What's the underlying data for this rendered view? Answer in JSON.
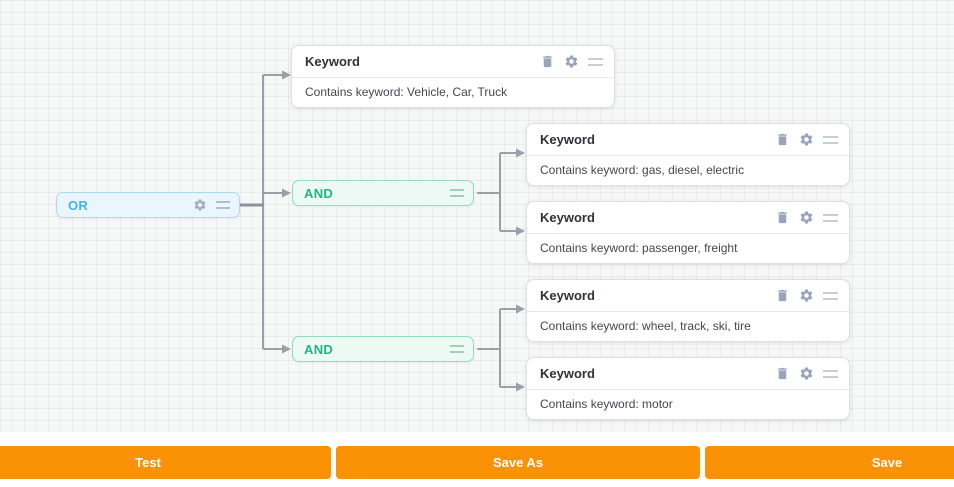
{
  "canvas": {
    "root": {
      "label": "OR"
    },
    "groups": [
      {
        "label": "AND"
      },
      {
        "label": "AND"
      }
    ],
    "cards": [
      {
        "title": "Keyword",
        "condition": "Contains keyword: Vehicle, Car, Truck"
      },
      {
        "title": "Keyword",
        "condition": "Contains keyword: gas, diesel, electric"
      },
      {
        "title": "Keyword",
        "condition": "Contains keyword: passenger, freight"
      },
      {
        "title": "Keyword",
        "condition": "Contains keyword: wheel, track, ski, tire"
      },
      {
        "title": "Keyword",
        "condition": "Contains keyword: motor"
      }
    ],
    "icons": {
      "card_actions": [
        "trash-icon",
        "gear-icon",
        "drag-handle-icon"
      ],
      "or_actions": [
        "gear-icon",
        "drag-handle-icon"
      ],
      "and_actions": [
        "drag-handle-icon"
      ]
    }
  },
  "footer": {
    "test_label": "Test",
    "save_as_label": "Save As",
    "save_label": "Save"
  },
  "colors": {
    "accent_orange": "#fb9105",
    "or_blue": "#3fb5e9",
    "and_green": "#1fb584",
    "connector_gray": "#9aa0a6",
    "canvas_bg": "#f6f7f7"
  }
}
